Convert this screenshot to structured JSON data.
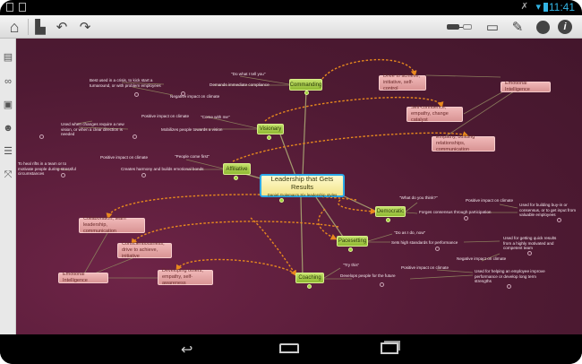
{
  "status": {
    "time": "11:41"
  },
  "toolbar": {
    "home": "home-icon",
    "new": "new-document-icon",
    "undo": "undo-icon",
    "redo": "redo-icon",
    "right": [
      "link-style-icon",
      "layout-icon",
      "note-icon",
      "theme-palette-icon",
      "info-icon"
    ]
  },
  "sidebar": [
    "outline-icon",
    "relationship-icon",
    "image-icon",
    "emoji-icon",
    "notes-icon",
    "collapse-icon"
  ],
  "map": {
    "central": {
      "title": "Leadership that Gets Results",
      "subtitle": "Daniel Goleman's Six leadership styles"
    },
    "styles": {
      "commanding": {
        "label": "Commanding",
        "quote": "\"Do what I tell you\"",
        "trait": "Demands immediate compliance",
        "use": "Best used in a crisis, to kick start a turnaround, or with problem employees",
        "impact": "Negative impact on climate"
      },
      "visionary": {
        "label": "Visionary",
        "quote": "\"Come with me\"",
        "trait": "Mobilizes people towards a vision",
        "use": "Used when changes require a new vision, or when a clear direction is needed",
        "impact": "Positive impact on climate"
      },
      "affiliative": {
        "label": "Affiliative",
        "quote": "\"People come first\"",
        "trait": "Creates harmony and builds emotional bonds",
        "use": "To heal rifts in a team or to motivate people during stressful circumstances",
        "impact": "Positive impact on climate"
      },
      "democratic": {
        "label": "Democratic",
        "quote": "\"What do you think?\"",
        "trait": "Forges consensus through participation",
        "use": "Used for building buy-in or consensus, or to get input from valuable employees",
        "impact": "Positive impact on climate"
      },
      "pacesetting": {
        "label": "Pacesetting",
        "quote": "\"Do as I do, now\"",
        "trait": "Sets high standards for performance",
        "use": "Used for getting quick results from a highly motivated and competent team",
        "impact": "Negative impact on climate"
      },
      "coaching": {
        "label": "Coaching",
        "quote": "\"Try this\"",
        "trait": "Develops people for the future",
        "use": "Used for helping an employee improve performance or develop long term strengths",
        "impact": "Positive impact on climate"
      }
    },
    "ei_right": {
      "label": "Emotional Intelligence",
      "a": "Drive to achieve, initiative, self-control",
      "b": "Self-confidence, empathy, change catalyst",
      "c": "Empathy, building relationships, communication"
    },
    "ei_left": {
      "label": "Emotional Intelligence",
      "a": "Collaboration, team leadership, communication",
      "b": "Conscientiousness, drive to achieve, initiative",
      "c": "Developing others, empathy, self-awareness"
    }
  },
  "navbar": {
    "back": "back-icon",
    "home": "home-nav-icon",
    "recents": "recents-icon"
  },
  "colors": {
    "canvas": "#4f1a33",
    "style_node": "#a8cc45",
    "ei_node": "#e4a5a5",
    "central_border": "#2ba8e8",
    "relation": "#e8891e"
  }
}
